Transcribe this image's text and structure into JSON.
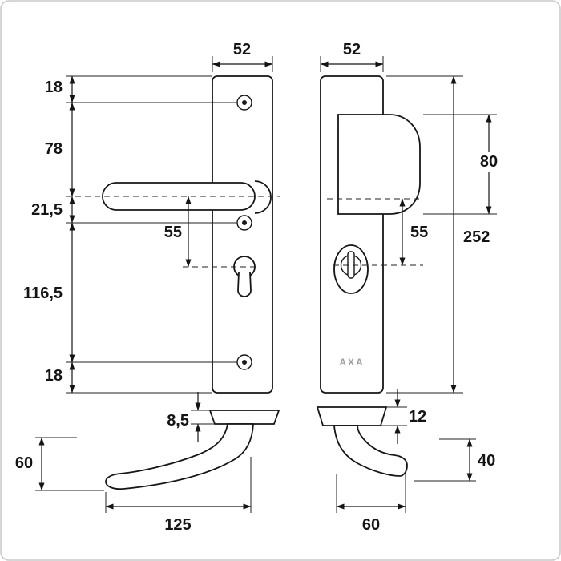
{
  "brand": "AXA",
  "dims": {
    "plate_width_left": "52",
    "plate_width_right": "52",
    "top_to_screw": "18",
    "screw_to_handle": "78",
    "handle_to_mid_screw": "21,5",
    "mid_to_bottom_screw": "116,5",
    "bottom_screw_to_edge": "18",
    "handle_to_keyhole": "55",
    "grip_to_cylinder": "55",
    "grip_height": "80",
    "plate_height": "252",
    "rose_left": "8,5",
    "rose_right": "12",
    "depth_left": "60",
    "depth_right": "40",
    "length_left": "125",
    "length_right": "60"
  }
}
